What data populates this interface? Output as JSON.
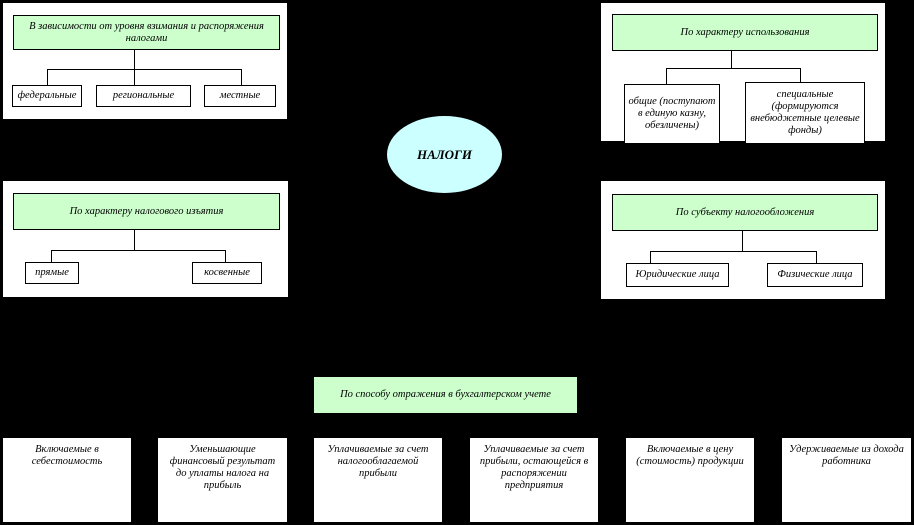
{
  "center": {
    "label": "НАЛОГИ"
  },
  "groups": {
    "by_level": {
      "title": "В зависимости от уровня взимания и распоряжения налогами",
      "items": [
        "федеральные",
        "региональные",
        "местные"
      ]
    },
    "by_use": {
      "title": "По характеру использования",
      "items": [
        "общие (поступают в единую казну, обезличены)",
        "специальные (формируются внебюджетные целевые фонды)"
      ]
    },
    "by_withdrawal": {
      "title": "По характеру налогового изъятия",
      "items": [
        "прямые",
        "косвенные"
      ]
    },
    "by_subject": {
      "title": "По субъекту налогообложения",
      "items": [
        "Юридические лица",
        "Физические лица"
      ]
    },
    "by_accounting": {
      "title": "По способу отражения в бухгалтерском учете",
      "items": [
        "Включаемые в себестоимость",
        "Уменьшающие финансовый результат до уплаты налога на прибыль",
        "Уплачиваемые за счет налогооблагаемой прибыли",
        "Уплачиваемые за счет прибыли, остающейся в распоряжении предприятия",
        "Включаемые в цену (стоимость) продукции",
        "Удерживаемые из дохода работника"
      ]
    }
  },
  "colors": {
    "background": "#000000",
    "header": "#ccffcc",
    "center": "#ccffff",
    "box": "#ffffff"
  }
}
